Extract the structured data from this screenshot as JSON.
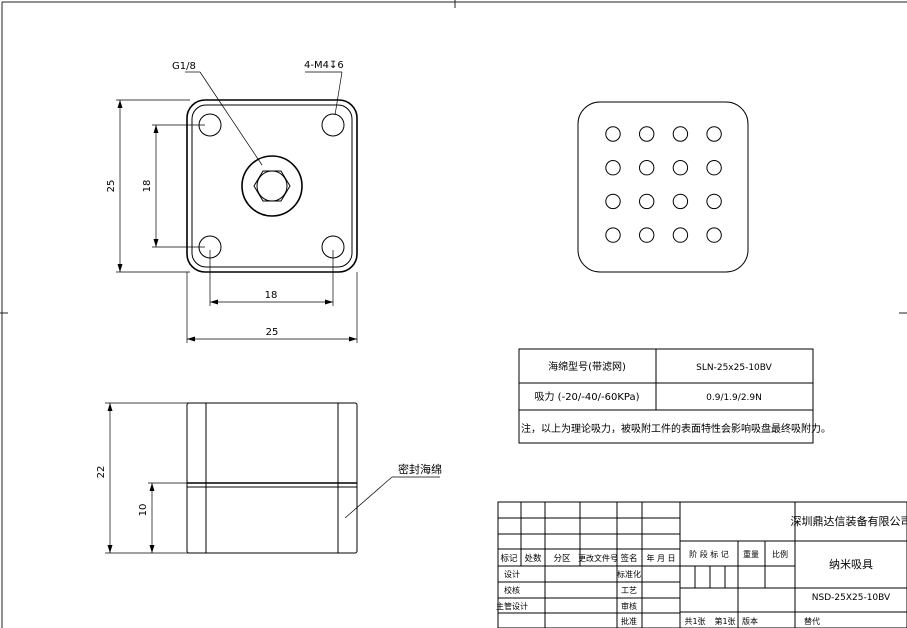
{
  "dims": {
    "top_label_g18": "G1/8",
    "top_label_holes": "4-M4↧6",
    "dim_height_25": "25",
    "dim_height_18": "18",
    "dim_width_18": "18",
    "dim_width_25": "25",
    "side_height_22": "22",
    "side_height_10": "10",
    "sponge_label": "密封海绵"
  },
  "spec_table": {
    "row1_label": "海绵型号(带滤网)",
    "row1_value": "SLN-25x25-10BV",
    "row2_label": "吸力 (-20/-40/-60KPa)",
    "row2_value": "0.9/1.9/2.9N",
    "note": "注，以上为理论吸力，被吸附工件的表面特性会影响吸盘最终吸附力。"
  },
  "title_block": {
    "company": "深圳鼎达信装备有限公司",
    "product_name": "纳米吸具",
    "part_number": "NSD-25X25-10BV",
    "hdr_mark": "标记",
    "hdr_count": "处数",
    "hdr_zone": "分区",
    "hdr_doc": "更改文件号",
    "hdr_sign": "签名",
    "hdr_date": "年 月 日",
    "hdr_stage": "阶 段 标 记",
    "hdr_weight": "重量",
    "hdr_scale": "比例",
    "design": "设计",
    "standardize": "标准化",
    "check": "校核",
    "process": "工艺",
    "chief": "主管设计",
    "review": "审核",
    "approve": "批准",
    "sheets_total": "共1张",
    "sheet_no": "第1张",
    "version": "版本",
    "replace": "替代"
  },
  "grid_rows": 4,
  "grid_cols": 4
}
